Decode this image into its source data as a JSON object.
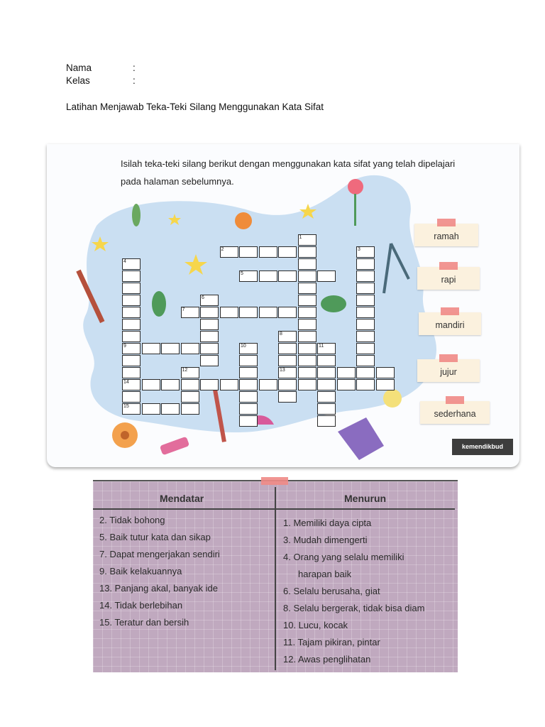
{
  "header": {
    "nama_label": "Nama",
    "kelas_label": "Kelas",
    "colon": ":",
    "title": "Latihan Menjawab Teka-Teki Silang  Menggunakan Kata Sifat"
  },
  "puzzle": {
    "instruction_line1": "Isilah teka-teki silang berikut dengan menggunakan kata sifat yang telah dipelajari",
    "instruction_line2": "pada halaman sebelumnya.",
    "word_bank": [
      "ramah",
      "rapi",
      "mandiri",
      "jujur",
      "sederhana"
    ],
    "brand": "kemendikbud",
    "numbers": [
      "1",
      "2",
      "3",
      "4",
      "5",
      "6",
      "7",
      "8",
      "9",
      "10",
      "11",
      "12",
      "13",
      "14",
      "15"
    ]
  },
  "clues": {
    "across_header": "Mendatar",
    "down_header": "Menurun",
    "across": [
      "2. Tidak bohong",
      "5. Baik tutur kata dan sikap",
      "7. Dapat mengerjakan sendiri",
      "9. Baik kelakuannya",
      "13. Panjang akal, banyak ide",
      "14. Tidak berlebihan",
      "15. Teratur dan bersih"
    ],
    "down": [
      "1. Memiliki daya cipta",
      "3. Mudah dimengerti",
      "4. Orang yang selalu memiliki",
      "harapan baik",
      "6. Selalu berusaha, giat",
      "8. Selalu bergerak, tidak bisa diam",
      "10. Lucu, kocak",
      "11. Tajam pikiran, pintar",
      "12. Awas penglihatan"
    ]
  },
  "colors": {
    "blob": "#b9d6ee",
    "clue_bg": "#c0a9bf",
    "tag_bg": "#fbf1de",
    "tape": "#f08a86"
  }
}
